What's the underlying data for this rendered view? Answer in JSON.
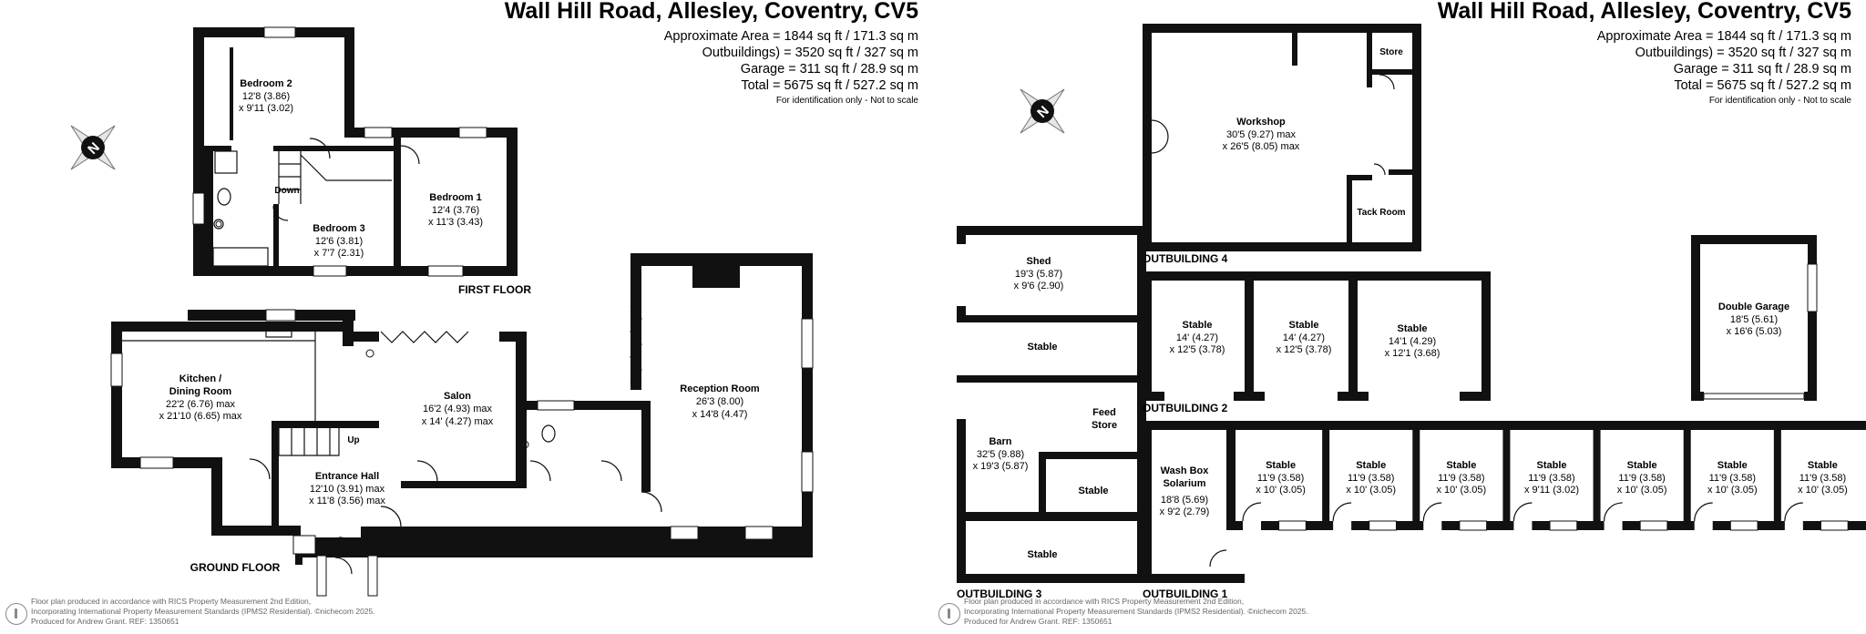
{
  "property": {
    "title": "Wall Hill Road, Allesley, Coventry, CV5",
    "areas": [
      "Approximate Area = 1844 sq ft / 171.3 sq m",
      "Outbuildings) = 3520 sq ft / 327 sq m",
      "Garage = 311 sq ft / 28.9 sq m",
      "Total = 5675 sq ft / 527.2 sq m"
    ],
    "note": "For identification only - Not to scale"
  },
  "compass_label": "N",
  "footer": {
    "line1": "Floor plan produced in accordance with RICS Property Measurement 2nd Edition,",
    "line2": "Incorporating International Property Measurement Standards (IPMS2 Residential).  ©nichecom 2025.",
    "line3": "Produced for Andrew Grant.   REF:  1350651"
  },
  "floors": {
    "first": "FIRST FLOOR",
    "ground": "GROUND FLOOR"
  },
  "rooms": {
    "bedroom2": {
      "name": "Bedroom 2",
      "dim1": "12'8 (3.86)",
      "dim2": "x 9'11 (3.02)"
    },
    "bedroom1": {
      "name": "Bedroom 1",
      "dim1": "12'4 (3.76)",
      "dim2": "x 11'3 (3.43)"
    },
    "bedroom3": {
      "name": "Bedroom 3",
      "dim1": "12'6 (3.81)",
      "dim2": "x 7'7 (2.31)"
    },
    "down": "Down",
    "up": "Up",
    "kitchen": {
      "name1": "Kitchen /",
      "name2": "Dining Room",
      "dim1": "22'2 (6.76) max",
      "dim2": "x 21'10 (6.65) max"
    },
    "salon": {
      "name": "Salon",
      "dim1": "16'2 (4.93) max",
      "dim2": "x 14' (4.27) max"
    },
    "entrance": {
      "name": "Entrance Hall",
      "dim1": "12'10 (3.91) max",
      "dim2": "x 11'8 (3.56) max"
    },
    "reception": {
      "name": "Reception Room",
      "dim1": "26'3 (8.00)",
      "dim2": "x 14'8 (4.47)"
    }
  },
  "outbuildings": {
    "ob4": {
      "label": "OUTBUILDING 4",
      "workshop": {
        "name": "Workshop",
        "dim1": "30'5 (9.27) max",
        "dim2": "x 26'5 (8.05) max"
      },
      "store": "Store",
      "tack": "Tack Room"
    },
    "ob3": {
      "label": "OUTBUILDING 3",
      "shed": {
        "name": "Shed",
        "dim1": "19'3 (5.87)",
        "dim2": "x 9'6 (2.90)"
      },
      "stable_top": "Stable",
      "feed1": "Feed",
      "feed2": "Store",
      "barn": {
        "name": "Barn",
        "dim1": "32'5 (9.88)",
        "dim2": "x 19'3 (5.87)"
      },
      "stable_mid": "Stable",
      "stable_bottom": "Stable"
    },
    "ob2": {
      "label": "OUTBUILDING 2",
      "stables": [
        {
          "name": "Stable",
          "dim1": "14' (4.27)",
          "dim2": "x 12'5 (3.78)"
        },
        {
          "name": "Stable",
          "dim1": "14' (4.27)",
          "dim2": "x 12'5 (3.78)"
        },
        {
          "name": "Stable",
          "dim1": "14'1 (4.29)",
          "dim2": "x 12'1 (3.68)"
        }
      ]
    },
    "garage": {
      "name": "Double Garage",
      "dim1": "18'5 (5.61)",
      "dim2": "x 16'6 (5.03)"
    },
    "ob1": {
      "label": "OUTBUILDING 1",
      "washbox": {
        "name1": "Wash Box",
        "name2": "Solarium",
        "dim1": "18'8 (5.69)",
        "dim2": "x 9'2 (2.79)"
      },
      "stables": [
        {
          "name": "Stable",
          "dim1": "11'9 (3.58)",
          "dim2": "x 10' (3.05)"
        },
        {
          "name": "Stable",
          "dim1": "11'9 (3.58)",
          "dim2": "x 10' (3.05)"
        },
        {
          "name": "Stable",
          "dim1": "11'9 (3.58)",
          "dim2": "x 10' (3.05)"
        },
        {
          "name": "Stable",
          "dim1": "11'9 (3.58)",
          "dim2": "x 9'11 (3.02)"
        },
        {
          "name": "Stable",
          "dim1": "11'9 (3.58)",
          "dim2": "x 10' (3.05)"
        },
        {
          "name": "Stable",
          "dim1": "11'9 (3.58)",
          "dim2": "x 10' (3.05)"
        },
        {
          "name": "Stable",
          "dim1": "11'9 (3.58)",
          "dim2": "x 10' (3.05)"
        }
      ]
    }
  }
}
